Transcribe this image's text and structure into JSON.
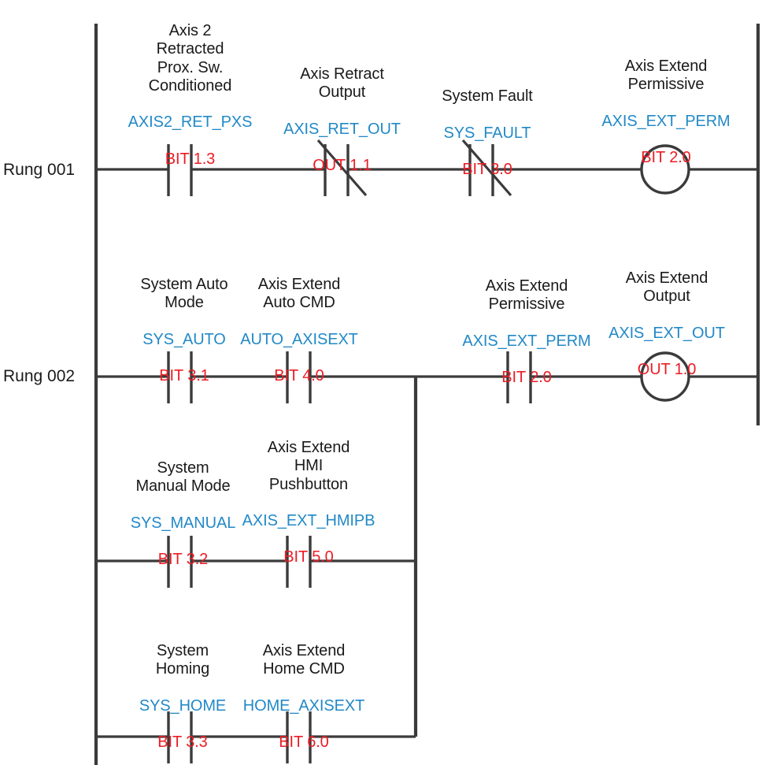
{
  "diagram": {
    "title": "PLC Ladder Logic Diagram",
    "colors": {
      "wire": "#3b3b3b",
      "description_text": "#1a1a1a",
      "tag_text": "#2289c7",
      "address_text": "#ec1c24",
      "background": "#ffffff"
    }
  },
  "rungs": [
    {
      "label": "Rung 001",
      "elements": [
        {
          "type": "contact-no",
          "description": "Axis 2\nRetracted\nProx. Sw.\nConditioned",
          "tag": "AXIS2_RET_PXS",
          "address": "BIT 1.3"
        },
        {
          "type": "contact-nc",
          "description": "Axis Retract\nOutput",
          "tag": "AXIS_RET_OUT",
          "address": "OUT 1.1"
        },
        {
          "type": "contact-nc",
          "description": "System Fault",
          "tag": "SYS_FAULT",
          "address": "BIT 3.0"
        },
        {
          "type": "coil",
          "description": "Axis Extend\nPermissive",
          "tag": "AXIS_EXT_PERM",
          "address": "BIT 2.0"
        }
      ]
    },
    {
      "label": "Rung 002",
      "elements": [
        {
          "type": "contact-no",
          "description": "System Auto\nMode",
          "tag": "SYS_AUTO",
          "address": "BIT 3.1"
        },
        {
          "type": "contact-no",
          "description": "Axis Extend\nAuto CMD",
          "tag": "AUTO_AXISEXT",
          "address": "BIT 4.0"
        },
        {
          "type": "contact-no",
          "description": "Axis Extend\nPermissive",
          "tag": "AXIS_EXT_PERM",
          "address": "BIT 2.0"
        },
        {
          "type": "coil",
          "description": "Axis Extend\nOutput",
          "tag": "AXIS_EXT_OUT",
          "address": "OUT 1.0"
        }
      ],
      "branches": [
        {
          "elements": [
            {
              "type": "contact-no",
              "description": "System\nManual Mode",
              "tag": "SYS_MANUAL",
              "address": "BIT 3.2"
            },
            {
              "type": "contact-no",
              "description": "Axis Extend\nHMI\nPushbutton",
              "tag": "AXIS_EXT_HMIPB",
              "address": "BIT 5.0"
            }
          ]
        },
        {
          "elements": [
            {
              "type": "contact-no",
              "description": "System\nHoming",
              "tag": "SYS_HOME",
              "address": "BIT 3.3"
            },
            {
              "type": "contact-no",
              "description": "Axis Extend\nHome CMD",
              "tag": "HOME_AXISEXT",
              "address": "BIT 6.0"
            }
          ]
        }
      ]
    }
  ]
}
